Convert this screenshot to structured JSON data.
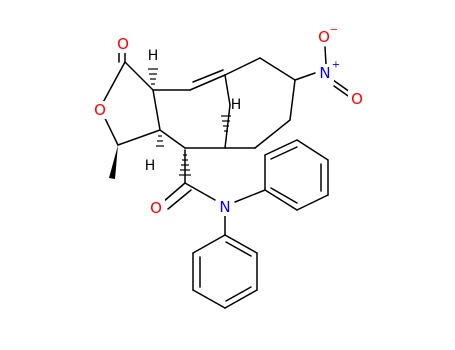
{
  "structure": {
    "atoms": {
      "carbonyl_oxygen": "O",
      "ring_oxygen": "O",
      "amide_oxygen": "O",
      "amide_nitrogen": "N",
      "nitro_nitrogen": "N",
      "nitro_oxygen": "O",
      "nitro_nitrogen_charge": "+",
      "nitro_oxygen_charge": "−",
      "hydrogen_top": "H",
      "hydrogen_middle": "H",
      "hydrogen_right": "H"
    }
  },
  "colors": {
    "bond": "#000000",
    "oxygen": "#ff0000",
    "nitrogen": "#0000ff",
    "hydrogen": "#000000"
  }
}
